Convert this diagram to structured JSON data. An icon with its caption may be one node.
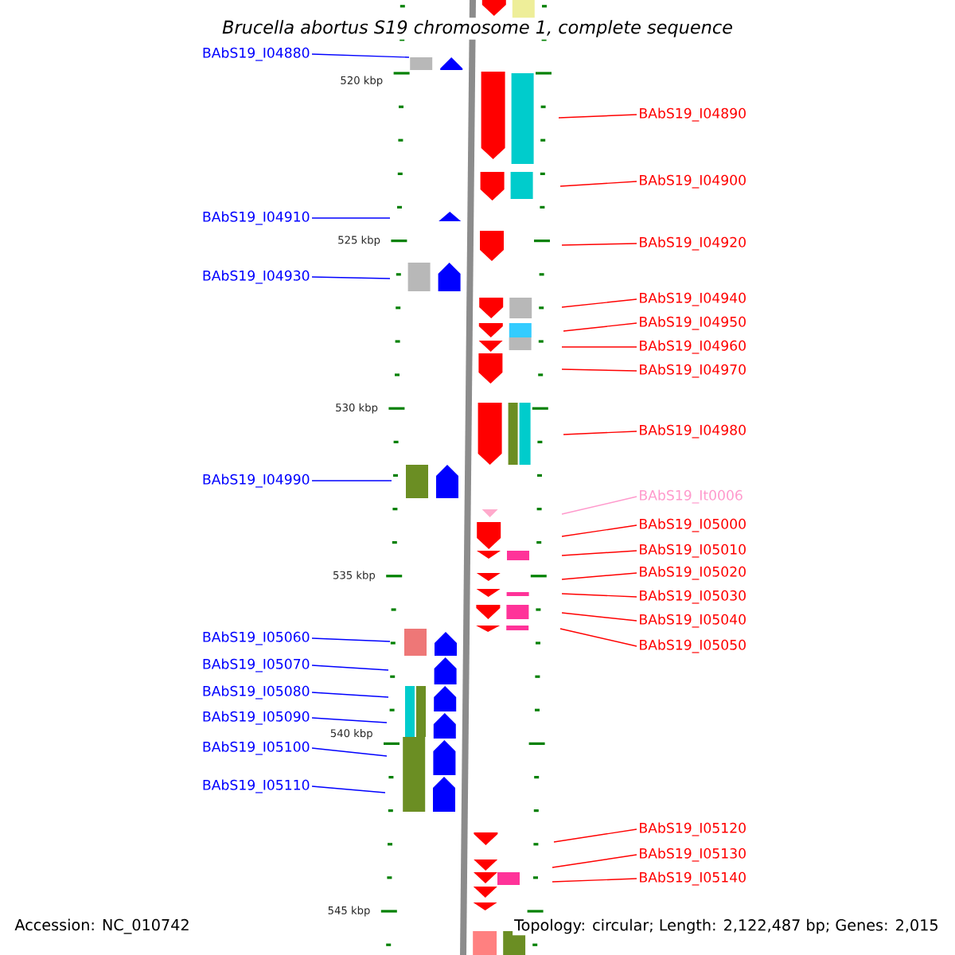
{
  "diagram": {
    "title": "Brucella abortus S19 chromosome 1, complete sequence",
    "nodes": [
      {
        "text": [
          "BAbS19_I04880"
        ]
      },
      {
        "text": [
          "BAbS19_I04890"
        ]
      },
      {
        "text": [
          "BAbS19_I04900"
        ]
      },
      {
        "text": [
          "BAbS19_I04910"
        ]
      },
      {
        "text": [
          "BAbS19_I04920"
        ]
      },
      {
        "text": [
          "BAbS19_I04930"
        ]
      },
      {
        "text": [
          "BAbS19_I04940"
        ]
      },
      {
        "text": [
          "BAbS19_I04950"
        ]
      },
      {
        "text": [
          "BAbS19_I04960"
        ]
      },
      {
        "text": [
          "BAbS19_I04970"
        ]
      },
      {
        "text": [
          "BAbS19_I04980"
        ]
      },
      {
        "text": [
          "BAbS19_I04990"
        ]
      },
      {
        "text": [
          "BAbS19_It0006"
        ]
      },
      {
        "text": [
          "BAbS19_I05000"
        ]
      },
      {
        "text": [
          "BAbS19_I05010"
        ]
      },
      {
        "text": [
          "BAbS19_I05020"
        ]
      },
      {
        "text": [
          "BAbS19_I05030"
        ]
      },
      {
        "text": [
          "BAbS19_I05040"
        ]
      },
      {
        "text": [
          "BAbS19_I05060"
        ]
      },
      {
        "text": [
          "BAbS19_I05050"
        ]
      },
      {
        "text": [
          "BAbS19_I05070"
        ]
      },
      {
        "text": [
          "BAbS19_I05080"
        ]
      },
      {
        "text": [
          "BAbS19_I05090"
        ]
      },
      {
        "text": [
          "BAbS19_I05100"
        ]
      },
      {
        "text": [
          "BAbS19_I05110"
        ]
      },
      {
        "text": [
          "BAbS19_I05120"
        ]
      },
      {
        "text": [
          "BAbS19_I05130"
        ]
      },
      {
        "text": [
          "BAbS19_I05140"
        ]
      }
    ],
    "edges": [
      {
        "from": 0,
        "to": null,
        "arrow": "none",
        "color": "#0000ff"
      },
      {
        "from": 1,
        "to": null,
        "arrow": "none"
      },
      {
        "from": 2,
        "to": null,
        "arrow": "none"
      },
      {
        "from": 3,
        "to": null,
        "arrow": "none",
        "color": "#0000ff"
      },
      {
        "from": 4,
        "to": null,
        "arrow": "none"
      },
      {
        "from": 5,
        "to": null,
        "arrow": "none",
        "color": "#0000ff"
      },
      {
        "from": 6,
        "to": null,
        "arrow": "none"
      },
      {
        "from": 7,
        "to": null,
        "arrow": "none"
      },
      {
        "from": 8,
        "to": null,
        "arrow": "none"
      },
      {
        "from": 9,
        "to": null,
        "arrow": "none"
      },
      {
        "from": 10,
        "to": null,
        "arrow": "none"
      },
      {
        "from": 11,
        "to": null,
        "arrow": "none",
        "color": "#0000ff"
      },
      {
        "from": 12,
        "to": null,
        "arrow": "none",
        "color": "#ff99cc"
      },
      {
        "from": 13,
        "to": null,
        "arrow": "none"
      },
      {
        "from": 14,
        "to": null,
        "arrow": "none"
      },
      {
        "from": 15,
        "to": null,
        "arrow": "none"
      },
      {
        "from": 16,
        "to": null,
        "arrow": "none"
      },
      {
        "from": 17,
        "to": null,
        "arrow": "none"
      },
      {
        "from": 18,
        "to": null,
        "arrow": "none",
        "color": "#0000ff"
      },
      {
        "from": 19,
        "to": null,
        "arrow": "none"
      },
      {
        "from": 20,
        "to": null,
        "arrow": "none",
        "color": "#0000ff"
      },
      {
        "from": 21,
        "to": null,
        "arrow": "none",
        "color": "#0000ff"
      },
      {
        "from": 22,
        "to": null,
        "arrow": "none",
        "color": "#0000ff"
      },
      {
        "from": 23,
        "to": null,
        "arrow": "none",
        "color": "#0000ff"
      },
      {
        "from": 24,
        "to": null,
        "arrow": "none",
        "color": "#0000ff"
      },
      {
        "from": 25,
        "to": null,
        "arrow": "none"
      },
      {
        "from": 26,
        "to": null,
        "arrow": "none"
      },
      {
        "from": 27,
        "to": null,
        "arrow": "none"
      }
    ],
    "labels": [
      "520 kbp",
      "525 kbp",
      "530 kbp",
      "535 kbp",
      "540 kbp",
      "545 kbp",
      "Accession: NC_010742",
      "Topology: circular; Length: 2,122,487 bp; Genes: 2,015"
    ]
  }
}
